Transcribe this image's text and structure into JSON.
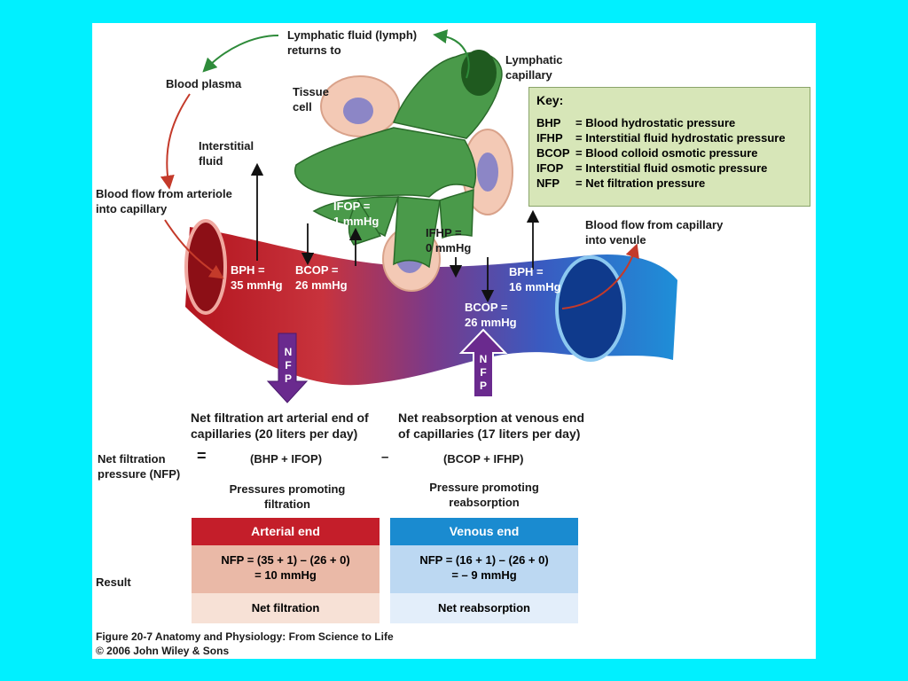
{
  "labels": {
    "lymph_returns": "Lymphatic fluid (lymph)",
    "lymph_returns_2": "returns to",
    "lymphatic_capillary": "Lymphatic",
    "lymphatic_capillary_2": "capillary",
    "blood_plasma": "Blood plasma",
    "tissue_cell": "Tissue",
    "tissue_cell_2": "cell",
    "interstitial_fluid": "Interstitial",
    "interstitial_fluid_2": "fluid",
    "flow_arteriole": "Blood flow from arteriole",
    "flow_arteriole_2": "into capillary",
    "flow_venule": "Blood flow from capillary",
    "flow_venule_2": "into venule",
    "ifop": "IFOP =",
    "ifop_val": "1 mmHg",
    "ifhp": "IFHP =",
    "ifhp_val": "0 mmHg",
    "bph_art": "BPH =",
    "bph_art_val": "35 mmHg",
    "bcop_art": "BCOP =",
    "bcop_art_val": "26 mmHg",
    "bph_ven": "BPH =",
    "bph_ven_val": "16 mmHg",
    "bcop_ven": "BCOP =",
    "bcop_ven_val": "26 mmHg",
    "nfp_letters": [
      "N",
      "F",
      "P"
    ]
  },
  "key": {
    "title": "Key:",
    "items": [
      {
        "abbr": "BHP",
        "desc": "= Blood hydrostatic pressure"
      },
      {
        "abbr": "IFHP",
        "desc": "= Interstitial fluid hydrostatic pressure"
      },
      {
        "abbr": "BCOP",
        "desc": "= Blood colloid osmotic pressure"
      },
      {
        "abbr": "IFOP",
        "desc": "= Interstitial fluid osmotic pressure"
      },
      {
        "abbr": "NFP",
        "desc": "= Net filtration pressure"
      }
    ]
  },
  "summary": {
    "net_filtration": "Net filtration art arterial end of",
    "net_filtration_2": "capillaries (20 liters per day)",
    "net_reabsorption": "Net reabsorption at venous end",
    "net_reabsorption_2": "of capillaries (17 liters per day)"
  },
  "equation": {
    "lhs": "Net filtration",
    "lhs_2": "pressure (NFP)",
    "equals": "=",
    "term1": "(BHP + IFOP)",
    "minus": "–",
    "term2": "(BCOP + IFHP)",
    "term1_caption": "Pressures promoting",
    "term1_caption_2": "filtration",
    "term2_caption": "Pressure promoting",
    "term2_caption_2": "reabsorption"
  },
  "result": {
    "label": "Result",
    "arterial": {
      "header": "Arterial end",
      "line1": "NFP = (35 + 1) – (26 + 0)",
      "line2": "= 10 mmHg",
      "footer": "Net filtration"
    },
    "venous": {
      "header": "Venous end",
      "line1": "NFP = (16 + 1) – (26 + 0)",
      "line2": "= – 9 mmHg",
      "footer": "Net reabsorption"
    }
  },
  "caption": {
    "line1": "Figure 20-7  Anatomy and Physiology: From Science to Life",
    "line2": "© 2006 John Wiley & Sons"
  },
  "colors": {
    "background": "#00f0ff",
    "arterial": "#c41e2a",
    "venous": "#1a8bd0",
    "lymphatic": "#3a8a3a",
    "nfp_arrow": "#6a2a8e",
    "key_bg": "#d7e6b8"
  }
}
